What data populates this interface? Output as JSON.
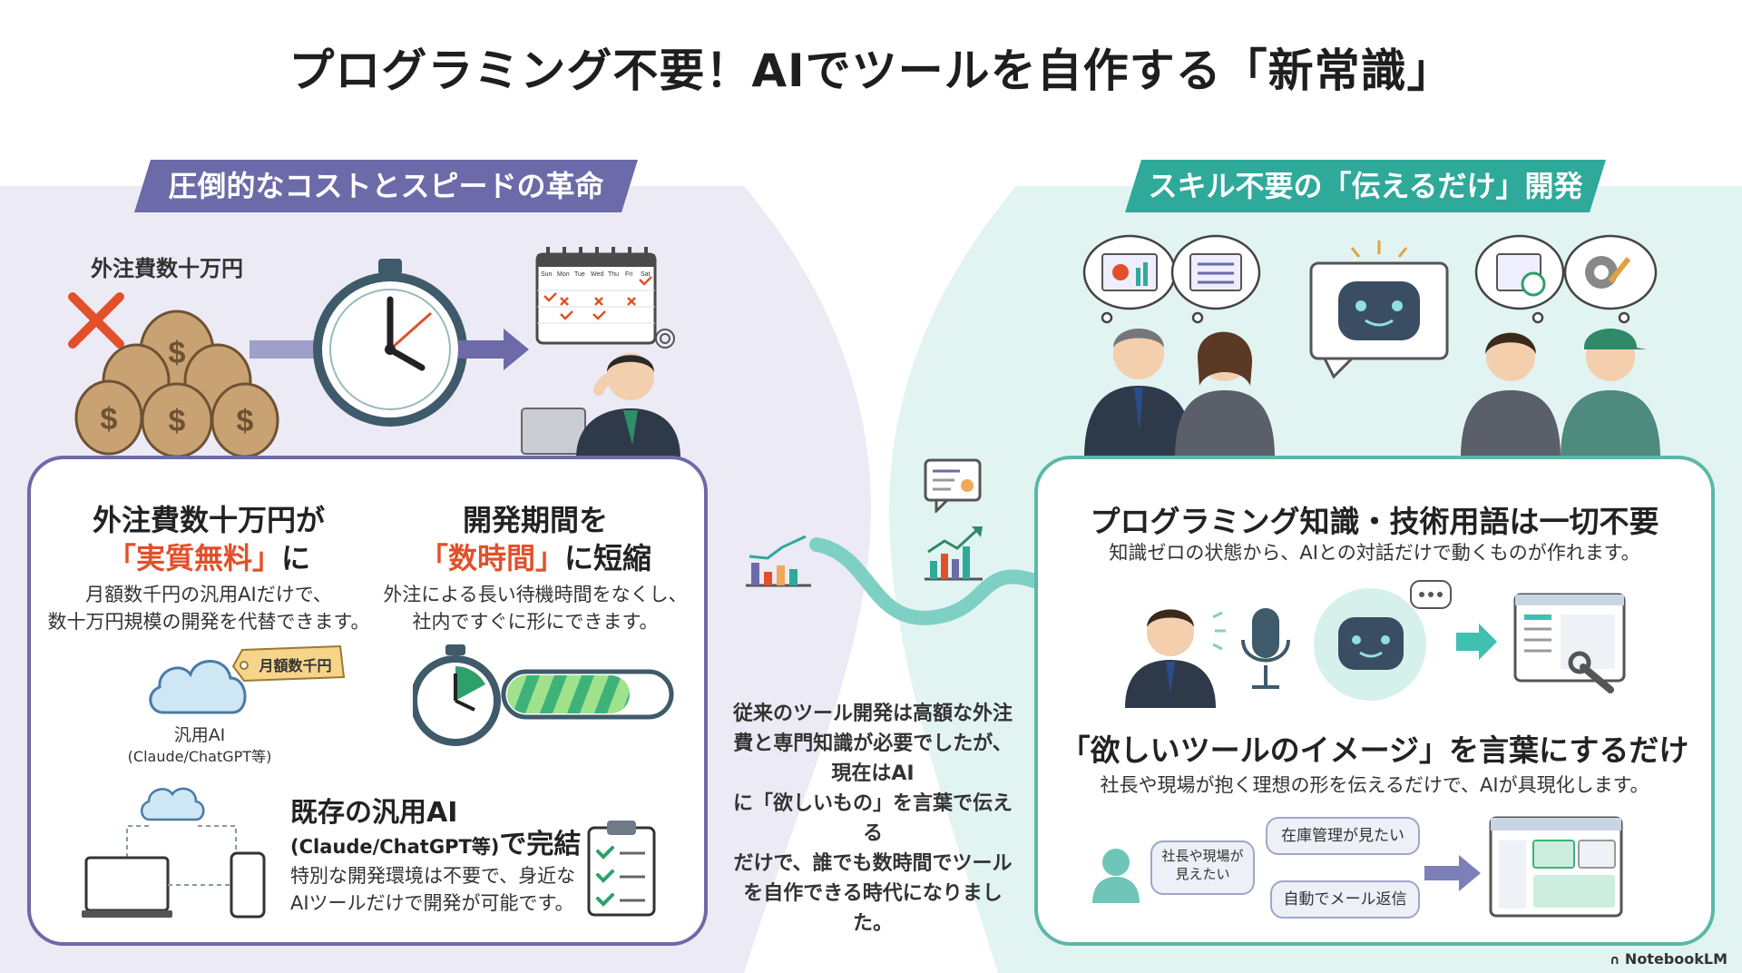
{
  "title": "プログラミング不要！AIでツールを自作する「新常識」",
  "left": {
    "banner": "圧倒的なコストとスピードの革命",
    "cost_label": "外注費数十万円",
    "calendar_days": [
      "Sun",
      "Mon",
      "Tue",
      "Wed",
      "Thu",
      "Fri",
      "Sat"
    ],
    "block1": {
      "heading_line1": "外注費数十万円が",
      "heading_highlight": "「実質無料」",
      "heading_suffix": "に",
      "desc_line1": "月額数千円の汎用AIだけで、",
      "desc_line2": "数十万円規模の開発を代替できます。",
      "price_tag": "月額数千円",
      "cloud_label": "汎用AI",
      "cloud_sub": "(Claude/ChatGPT等)"
    },
    "block2": {
      "heading_line1": "開発期間を",
      "heading_highlight": "「数時間」",
      "heading_suffix": "に短縮",
      "desc_line1": "外注による長い待機時間をなくし、",
      "desc_line2": "社内ですぐに形にできます。"
    },
    "block3": {
      "heading_line1": "既存の汎用AI",
      "heading_line2_small": "(Claude/ChatGPT等)",
      "heading_line2_big": "で完結",
      "desc_line1": "特別な開発環境は不要で、身近な",
      "desc_line2": "AIツールだけで開発が可能です。"
    }
  },
  "center": {
    "lines": [
      "従来のツール開発は高額な外注",
      "費と専門知識が必要でしたが、",
      "現在はAI",
      "に「欲しいもの」を言葉で伝える",
      "だけで、誰でも数時間でツール",
      "を自作できる時代になりました。"
    ]
  },
  "right": {
    "banner": "スキル不要の「伝えるだけ」開発",
    "block1": {
      "heading": "プログラミング知識・技術用語は一切不要",
      "desc": "知識ゼロの状態から、AIとの対話だけで動くものが作れます。"
    },
    "block2": {
      "heading": "「欲しいツールのイメージ」を言葉にするだけ",
      "desc": "社長や現場が抱く理想の形を伝えるだけで、AIが具現化します。",
      "bubble_person": "社長や現場が見えたい",
      "bubble_stock": "在庫管理が見たい",
      "bubble_mail": "自動でメール返信"
    }
  },
  "brand": "NotebookLM",
  "colors": {
    "purple": "#6c6aa8",
    "teal": "#2fa99a",
    "red": "#e2502a",
    "bg_left": "#eceaf5",
    "bg_right": "#e2f4f1"
  }
}
